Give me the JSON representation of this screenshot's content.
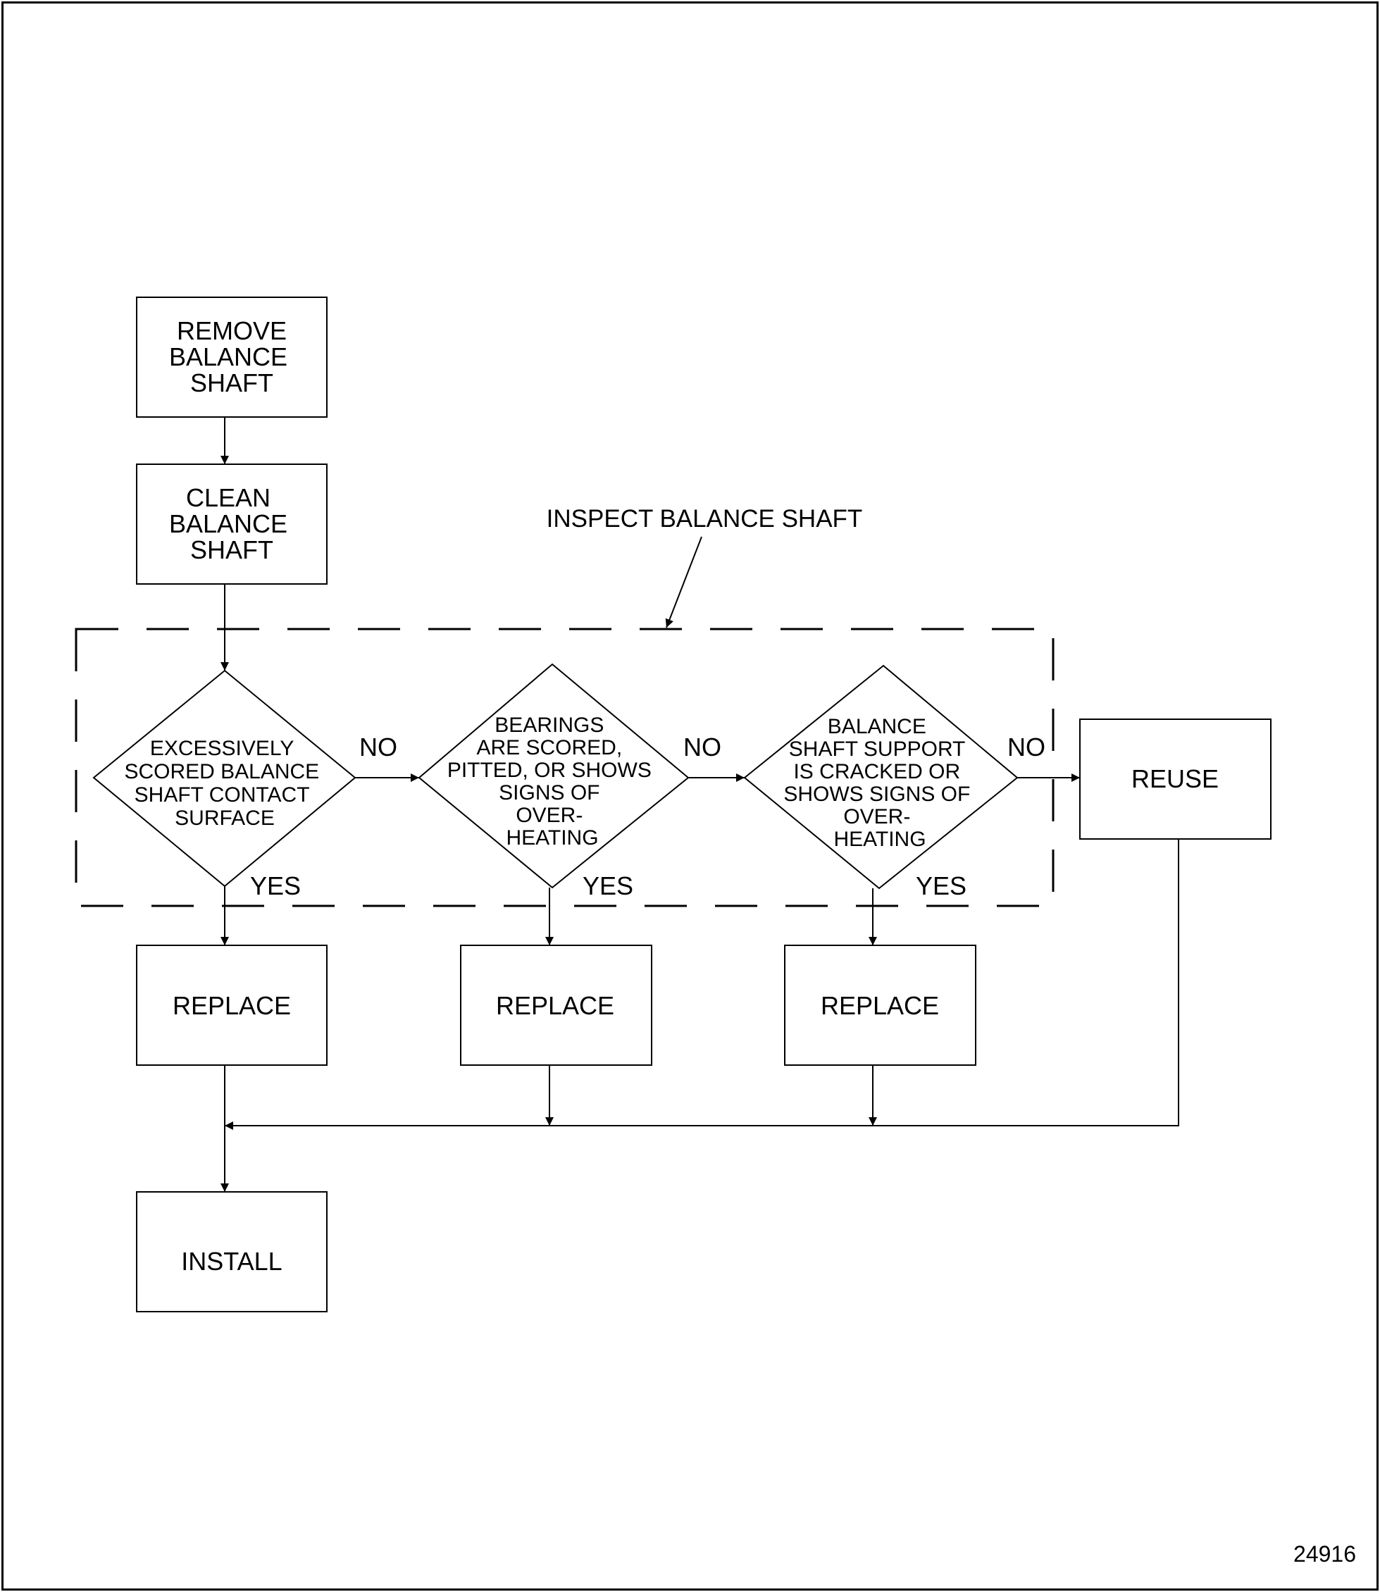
{
  "nodes": {
    "remove": {
      "lines": [
        "REMOVE",
        "BALANCE",
        "SHAFT"
      ]
    },
    "clean": {
      "lines": [
        "CLEAN",
        "BALANCE",
        "SHAFT"
      ]
    },
    "decision1": {
      "lines": [
        "EXCESSIVELY",
        "SCORED BALANCE",
        "SHAFT CONTACT",
        "SURFACE"
      ]
    },
    "decision2": {
      "lines": [
        "BEARINGS",
        "ARE SCORED,",
        "PITTED, OR SHOWS",
        "SIGNS OF",
        "OVER-",
        "HEATING"
      ]
    },
    "decision3": {
      "lines": [
        "BALANCE",
        "SHAFT SUPPORT",
        "IS CRACKED OR",
        "SHOWS SIGNS OF",
        "OVER-",
        "HEATING"
      ]
    },
    "reuse": {
      "label": "REUSE"
    },
    "replace1": {
      "label": "REPLACE"
    },
    "replace2": {
      "label": "REPLACE"
    },
    "replace3": {
      "label": "REPLACE"
    },
    "install": {
      "label": "INSTALL"
    }
  },
  "edge_labels": {
    "no1": "NO",
    "no2": "NO",
    "no3": "NO",
    "yes1": "YES",
    "yes2": "YES",
    "yes3": "YES"
  },
  "group": {
    "label": "INSPECT BALANCE SHAFT"
  },
  "figure_number": "24916"
}
